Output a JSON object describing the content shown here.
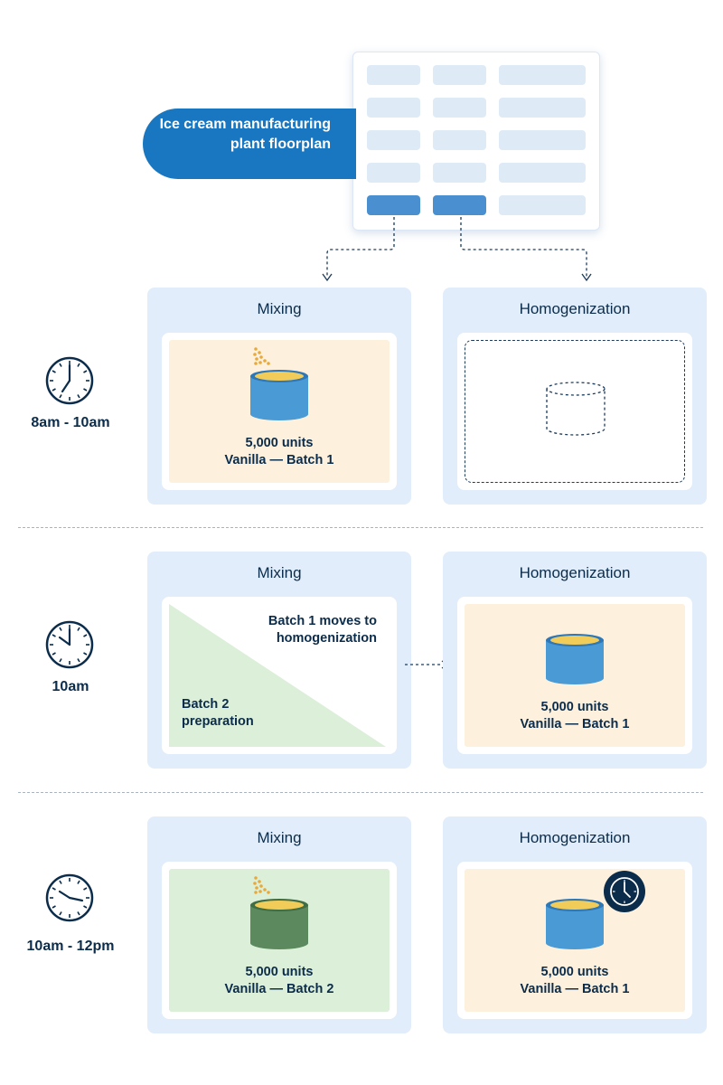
{
  "floorplan": {
    "label": "Ice cream manufacturing plant floorplan",
    "rows": 5,
    "cols": 3,
    "highlighted_row": 5
  },
  "stages": [
    {
      "time": "8am - 10am",
      "mixing": {
        "title": "Mixing",
        "units": "5,000 units",
        "batch": "Vanilla — Batch 1",
        "state": "mixing"
      },
      "homogenization": {
        "title": "Homogenization",
        "state": "empty"
      }
    },
    {
      "time": "10am",
      "mixing": {
        "title": "Mixing",
        "move_note": "Batch 1 moves to homogenization",
        "prep_note": "Batch 2 preparation"
      },
      "homogenization": {
        "title": "Homogenization",
        "units": "5,000 units",
        "batch": "Vanilla — Batch 1"
      }
    },
    {
      "time": "10am - 12pm",
      "mixing": {
        "title": "Mixing",
        "units": "5,000 units",
        "batch": "Vanilla — Batch 2"
      },
      "homogenization": {
        "title": "Homogenization",
        "units": "5,000 units",
        "batch": "Vanilla — Batch 1"
      }
    }
  ],
  "colors": {
    "primary_blue": "#1877c0",
    "tub_blue": "#4a9ad6",
    "tub_green": "#5c8a5e",
    "cream_fill": "#fdf1dd",
    "green_fill": "#dcefd9",
    "panel_bg": "#e1edfa",
    "dark_navy": "#0b2c4a"
  },
  "icons": [
    "clock-icon",
    "tub-icon",
    "sprinkles-icon",
    "arrow-icon"
  ]
}
